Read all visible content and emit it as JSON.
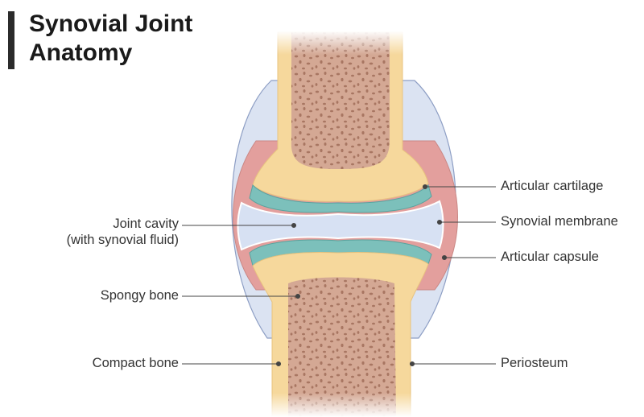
{
  "title": {
    "line1": "Synovial Joint",
    "line2": "Anatomy"
  },
  "labels": {
    "joint_cavity_line1": "Joint cavity",
    "joint_cavity_line2": "(with synovial fluid)",
    "spongy_bone": "Spongy bone",
    "compact_bone": "Compact bone",
    "articular_cartilage": "Articular cartilage",
    "synovial_membrane": "Synovial membrane",
    "articular_capsule": "Articular capsule",
    "periosteum": "Periosteum"
  },
  "colors": {
    "compact_bone": "#f6d89c",
    "spongy_bone": "#d2a68f",
    "spongy_pores": "#a87662",
    "cartilage": "#7cc0bb",
    "synovial_fluid": "#d7e1f3",
    "synovial_membrane": "#e7a6a3",
    "capsule": "#c9d5ea",
    "leader_line": "#444444",
    "title": "#1a1a1a"
  }
}
